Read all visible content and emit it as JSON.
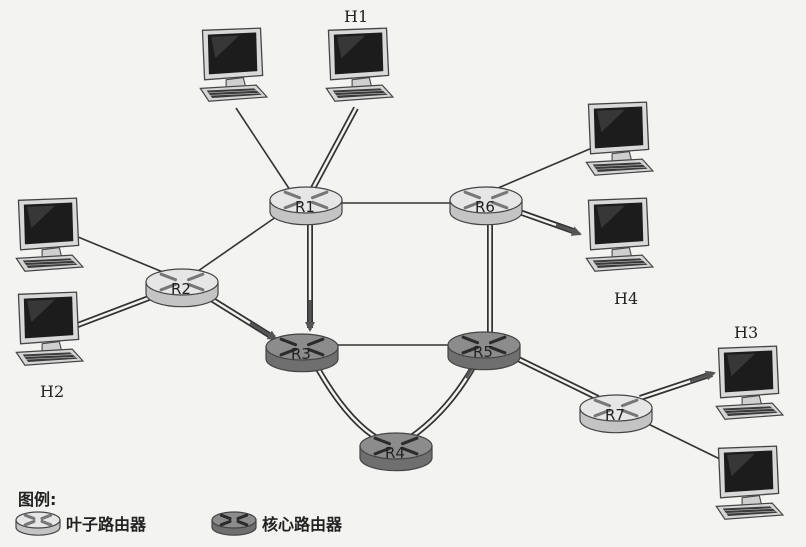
{
  "legend": {
    "title": "图例:",
    "leaf_label": "叶子路由器",
    "core_label": "核心路由器"
  },
  "routers": {
    "R1": "R1",
    "R2": "R2",
    "R3": "R3",
    "R4": "R4",
    "R5": "R5",
    "R6": "R6",
    "R7": "R7"
  },
  "hosts": {
    "H1": "H1",
    "H2": "H2",
    "H3": "H3",
    "H4": "H4"
  },
  "colors": {
    "leaf_router": "#e6e6e6",
    "core_router": "#8c8c8c",
    "line": "#333333",
    "arrow": "#666666"
  }
}
